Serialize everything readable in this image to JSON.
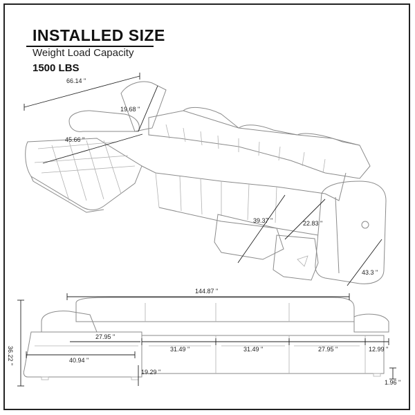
{
  "header": {
    "title": "INSTALLED SIZE",
    "subtitle": "Weight Load Capacity",
    "capacity": "1500 LBS"
  },
  "dimensions": {
    "chaise_length": "66.14 \"",
    "headrest_depth": "19.68 \"",
    "chaise_depth": "45.66 \"",
    "footrest_extension": "39.37 \"",
    "seat_depth": "22.83 \"",
    "arm_height": "43.3 \"",
    "total_width": "144.87 \"",
    "total_height": "36.22 \"",
    "chaise_seat_width": "27.95 \"",
    "seat_width_1": "31.49 \"",
    "seat_width_2": "31.49 \"",
    "seat_width_3": "27.95 \"",
    "arm_width": "12.99 \"",
    "chaise_width": "40.94 \"",
    "seat_height": "19.29 \"",
    "leg_height": "1.96 \""
  }
}
